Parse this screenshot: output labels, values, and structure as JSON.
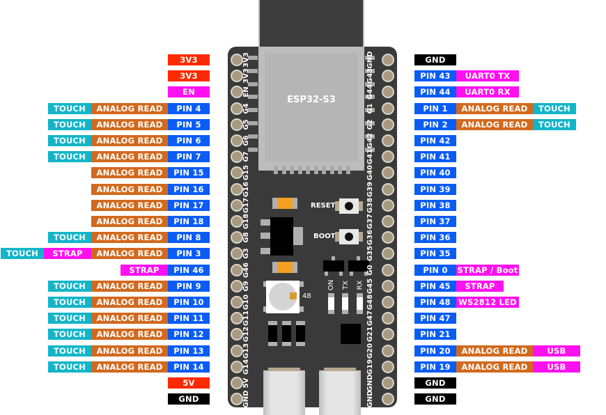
{
  "colors": {
    "power": "#ff2a00",
    "ground": "#000000",
    "pin": "#0a5cf5",
    "analog": "#d2691e",
    "touch": "#13b5c9",
    "special": "#ff10f0",
    "board": "#3a3a3a",
    "module": "#b5b5b5"
  },
  "board": {
    "module_label": "ESP32-S3",
    "reset_label": "RESET",
    "boot_label": "BOOT",
    "led_on_label": "ON",
    "led_tx_label": "TX",
    "led_rx_label": "RX",
    "rgb_led_label": "48"
  },
  "left_pins": [
    {
      "silk": "3V3",
      "labels": [
        {
          "text": "3V3",
          "type": "power"
        }
      ]
    },
    {
      "silk": "3V3",
      "labels": [
        {
          "text": "3V3",
          "type": "power"
        }
      ]
    },
    {
      "silk": "EN",
      "labels": [
        {
          "text": "EN",
          "type": "special"
        }
      ]
    },
    {
      "silk": "G4",
      "labels": [
        {
          "text": "PIN 4",
          "type": "pin"
        },
        {
          "text": "ANALOG READ",
          "type": "analog"
        },
        {
          "text": "TOUCH",
          "type": "touch"
        }
      ]
    },
    {
      "silk": "G5",
      "labels": [
        {
          "text": "PIN 5",
          "type": "pin"
        },
        {
          "text": "ANALOG READ",
          "type": "analog"
        },
        {
          "text": "TOUCH",
          "type": "touch"
        }
      ]
    },
    {
      "silk": "G6",
      "labels": [
        {
          "text": "PIN 6",
          "type": "pin"
        },
        {
          "text": "ANALOG READ",
          "type": "analog"
        },
        {
          "text": "TOUCH",
          "type": "touch"
        }
      ]
    },
    {
      "silk": "G7",
      "labels": [
        {
          "text": "PIN 7",
          "type": "pin"
        },
        {
          "text": "ANALOG READ",
          "type": "analog"
        },
        {
          "text": "TOUCH",
          "type": "touch"
        }
      ]
    },
    {
      "silk": "G15",
      "labels": [
        {
          "text": "PIN 15",
          "type": "pin"
        },
        {
          "text": "ANALOG READ",
          "type": "analog"
        }
      ]
    },
    {
      "silk": "G16",
      "labels": [
        {
          "text": "PIN 16",
          "type": "pin"
        },
        {
          "text": "ANALOG READ",
          "type": "analog"
        }
      ]
    },
    {
      "silk": "G17",
      "labels": [
        {
          "text": "PIN 17",
          "type": "pin"
        },
        {
          "text": "ANALOG READ",
          "type": "analog"
        }
      ]
    },
    {
      "silk": "G18",
      "labels": [
        {
          "text": "PIN 18",
          "type": "pin"
        },
        {
          "text": "ANALOG READ",
          "type": "analog"
        }
      ]
    },
    {
      "silk": "G8",
      "labels": [
        {
          "text": "PIN 8",
          "type": "pin"
        },
        {
          "text": "ANALOG READ",
          "type": "analog"
        },
        {
          "text": "TOUCH",
          "type": "touch"
        }
      ]
    },
    {
      "silk": "G3",
      "labels": [
        {
          "text": "PIN 3",
          "type": "pin"
        },
        {
          "text": "ANALOG READ",
          "type": "analog"
        },
        {
          "text": "STRAP",
          "type": "special"
        },
        {
          "text": "TOUCH",
          "type": "touch"
        }
      ]
    },
    {
      "silk": "G46",
      "labels": [
        {
          "text": "PIN 46",
          "type": "pin"
        },
        {
          "text": "STRAP",
          "type": "special"
        }
      ]
    },
    {
      "silk": "G9",
      "labels": [
        {
          "text": "PIN 9",
          "type": "pin"
        },
        {
          "text": "ANALOG READ",
          "type": "analog"
        },
        {
          "text": "TOUCH",
          "type": "touch"
        }
      ]
    },
    {
      "silk": "G10",
      "labels": [
        {
          "text": "PIN 10",
          "type": "pin"
        },
        {
          "text": "ANALOG READ",
          "type": "analog"
        },
        {
          "text": "TOUCH",
          "type": "touch"
        }
      ]
    },
    {
      "silk": "G11",
      "labels": [
        {
          "text": "PIN 11",
          "type": "pin"
        },
        {
          "text": "ANALOG READ",
          "type": "analog"
        },
        {
          "text": "TOUCH",
          "type": "touch"
        }
      ]
    },
    {
      "silk": "G12",
      "labels": [
        {
          "text": "PIN 12",
          "type": "pin"
        },
        {
          "text": "ANALOG READ",
          "type": "analog"
        },
        {
          "text": "TOUCH",
          "type": "touch"
        }
      ]
    },
    {
      "silk": "G13",
      "labels": [
        {
          "text": "PIN 13",
          "type": "pin"
        },
        {
          "text": "ANALOG READ",
          "type": "analog"
        },
        {
          "text": "TOUCH",
          "type": "touch"
        }
      ]
    },
    {
      "silk": "G14",
      "labels": [
        {
          "text": "PIN 14",
          "type": "pin"
        },
        {
          "text": "ANALOG READ",
          "type": "analog"
        },
        {
          "text": "TOUCH",
          "type": "touch"
        }
      ]
    },
    {
      "silk": "5V",
      "labels": [
        {
          "text": "5V",
          "type": "power"
        }
      ]
    },
    {
      "silk": "GND",
      "labels": [
        {
          "text": "GND",
          "type": "ground"
        }
      ]
    }
  ],
  "right_pins": [
    {
      "silk": "GND",
      "labels": [
        {
          "text": "GND",
          "type": "ground"
        }
      ]
    },
    {
      "silk": "G43",
      "labels": [
        {
          "text": "PIN 43",
          "type": "pin"
        },
        {
          "text": "UART0 TX",
          "type": "special"
        }
      ]
    },
    {
      "silk": "G44",
      "labels": [
        {
          "text": "PIN 44",
          "type": "pin"
        },
        {
          "text": "UART0 RX",
          "type": "special"
        }
      ]
    },
    {
      "silk": "G1",
      "labels": [
        {
          "text": "PIN 1",
          "type": "pin"
        },
        {
          "text": "ANALOG READ",
          "type": "analog"
        },
        {
          "text": "TOUCH",
          "type": "touch"
        }
      ]
    },
    {
      "silk": "G2",
      "labels": [
        {
          "text": "PIN 2",
          "type": "pin"
        },
        {
          "text": "ANALOG READ",
          "type": "analog"
        },
        {
          "text": "TOUCH",
          "type": "touch"
        }
      ]
    },
    {
      "silk": "G42",
      "labels": [
        {
          "text": "PIN 42",
          "type": "pin"
        }
      ]
    },
    {
      "silk": "G41",
      "labels": [
        {
          "text": "PIN 41",
          "type": "pin"
        }
      ]
    },
    {
      "silk": "G40",
      "labels": [
        {
          "text": "PIN 40",
          "type": "pin"
        }
      ]
    },
    {
      "silk": "G39",
      "labels": [
        {
          "text": "PIN 39",
          "type": "pin"
        }
      ]
    },
    {
      "silk": "G38",
      "labels": [
        {
          "text": "PIN 38",
          "type": "pin"
        }
      ]
    },
    {
      "silk": "G37",
      "labels": [
        {
          "text": "PIN 37",
          "type": "pin"
        }
      ]
    },
    {
      "silk": "G36",
      "labels": [
        {
          "text": "PIN 36",
          "type": "pin"
        }
      ]
    },
    {
      "silk": "G35",
      "labels": [
        {
          "text": "PIN 35",
          "type": "pin"
        }
      ]
    },
    {
      "silk": "G0",
      "labels": [
        {
          "text": "PIN 0",
          "type": "pin"
        },
        {
          "text": "STRAP / Boot",
          "type": "special"
        }
      ]
    },
    {
      "silk": "G45",
      "labels": [
        {
          "text": "PIN 45",
          "type": "pin"
        },
        {
          "text": "STRAP",
          "type": "special"
        }
      ]
    },
    {
      "silk": "G48",
      "labels": [
        {
          "text": "PIN 48",
          "type": "pin"
        },
        {
          "text": "WS2812 LED",
          "type": "special"
        }
      ]
    },
    {
      "silk": "G47",
      "labels": [
        {
          "text": "PIN 47",
          "type": "pin"
        }
      ]
    },
    {
      "silk": "G21",
      "labels": [
        {
          "text": "PIN 21",
          "type": "pin"
        }
      ]
    },
    {
      "silk": "G20",
      "labels": [
        {
          "text": "PIN 20",
          "type": "pin"
        },
        {
          "text": "ANALOG READ",
          "type": "analog"
        },
        {
          "text": "USB",
          "type": "special"
        }
      ]
    },
    {
      "silk": "G19",
      "labels": [
        {
          "text": "PIN 19",
          "type": "pin"
        },
        {
          "text": "ANALOG READ",
          "type": "analog"
        },
        {
          "text": "USB",
          "type": "special"
        }
      ]
    },
    {
      "silk": "GND",
      "labels": [
        {
          "text": "GND",
          "type": "ground"
        }
      ]
    },
    {
      "silk": "GND",
      "labels": [
        {
          "text": "GND",
          "type": "ground"
        }
      ]
    }
  ]
}
